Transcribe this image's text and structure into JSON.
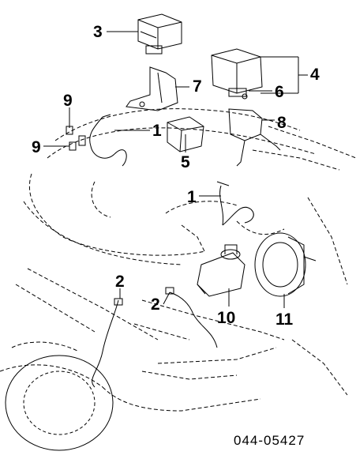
{
  "callouts": {
    "c1a": "1",
    "c1b": "1",
    "c2a": "2",
    "c2b": "2",
    "c3": "3",
    "c4": "4",
    "c5": "5",
    "c6": "6",
    "c7": "7",
    "c8": "8",
    "c9a": "9",
    "c9b": "9",
    "c10": "10",
    "c11": "11"
  },
  "diagram_number": "044-05427",
  "colors": {
    "line": "#000000",
    "background": "#ffffff"
  }
}
